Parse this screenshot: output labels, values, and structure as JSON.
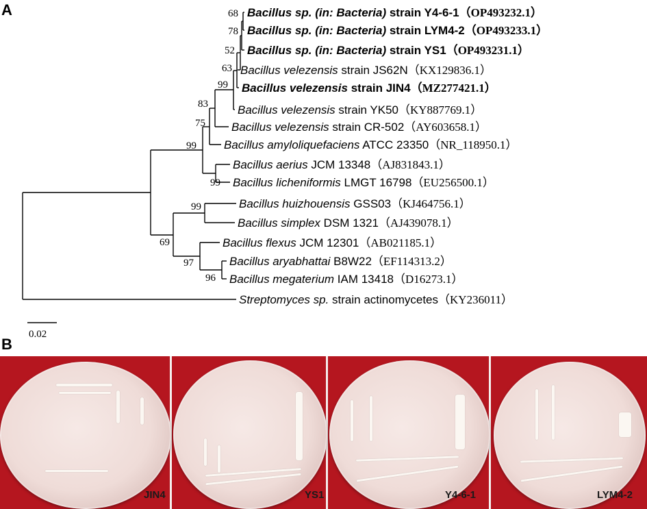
{
  "panels": {
    "a": "A",
    "b": "B"
  },
  "tree": {
    "taxa": [
      {
        "name": "Bacillus sp. (in: Bacteria)",
        "strain": "strain Y4-6-1",
        "acc": "（OP493232.1）",
        "bold": true
      },
      {
        "name": "Bacillus sp. (in: Bacteria)",
        "strain": "strain LYM4-2",
        "acc": "（OP493233.1）",
        "bold": true
      },
      {
        "name": "Bacillus sp. (in: Bacteria)",
        "strain": "strain YS1",
        "acc": "（OP493231.1）",
        "bold": true
      },
      {
        "name": "Bacillus velezensis",
        "strain": "strain JS62N",
        "acc": "（KX129836.1）",
        "bold": false
      },
      {
        "name": "Bacillus velezensis",
        "strain": "strain JIN4",
        "acc": "（MZ277421.1）",
        "bold": true
      },
      {
        "name": "Bacillus velezensis",
        "strain": "strain YK50",
        "acc": "（KY887769.1）",
        "bold": false
      },
      {
        "name": "Bacillus velezensis",
        "strain": "strain CR-502",
        "acc": "（AY603658.1）",
        "bold": false
      },
      {
        "name": "Bacillus amyloliquefaciens",
        "strain": "ATCC 23350",
        "acc": "（NR_118950.1）",
        "bold": false
      },
      {
        "name": "Bacillus aerius",
        "strain": "JCM 13348",
        "acc": "（AJ831843.1）",
        "bold": false
      },
      {
        "name": "Bacillus licheniformis",
        "strain": "LMGT 16798",
        "acc": "（EU256500.1）",
        "bold": false
      },
      {
        "name": "Bacillus huizhouensis",
        "strain": "GSS03",
        "acc": "（KJ464756.1）",
        "bold": false
      },
      {
        "name": "Bacillus simplex",
        "strain": "DSM 1321",
        "acc": "（AJ439078.1）",
        "bold": false
      },
      {
        "name": "Bacillus flexus",
        "strain": "JCM 12301",
        "acc": "（AB021185.1）",
        "bold": false
      },
      {
        "name": "Bacillus aryabhattai",
        "strain": "B8W22",
        "acc": "（EF114313.2）",
        "bold": false
      },
      {
        "name": "Bacillus megaterium",
        "strain": "IAM 13418",
        "acc": "（D16273.1）",
        "bold": false
      },
      {
        "name": "Streptomyces sp.",
        "strain": "strain actinomycetes",
        "acc": "（KY236011）",
        "bold": false
      }
    ],
    "bootstrap": [
      "68",
      "78",
      "52",
      "63",
      "99",
      "83",
      "75",
      "99",
      "99",
      "99",
      "69",
      "97",
      "96"
    ],
    "scale_label": "0.02"
  },
  "plates": [
    {
      "label": "JIN4"
    },
    {
      "label": "YS1"
    },
    {
      "label": "Y4-6-1"
    },
    {
      "label": "LYM4-2"
    }
  ],
  "colors": {
    "background": "#b5161f"
  }
}
